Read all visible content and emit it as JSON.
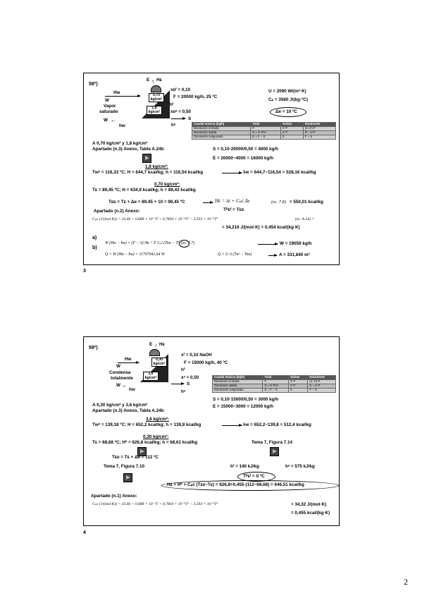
{
  "page_number": "2",
  "slide1": {
    "number": "58º)",
    "footer": "3",
    "E": "E",
    "H_E": "Hᴇ",
    "HW": "Hᴡ",
    "W_label": "W",
    "vapor": "Vapor",
    "saturado": "saturado",
    "W2": "W",
    "hW": "hᴡ",
    "box_top": "0,70 kg/cm²",
    "box_bot": "1,8 kg/cm²",
    "xF": "xᴅᶠ = 0,10",
    "F": "F = 20000 kg/h, 25 ºC",
    "hF": "hᶠ",
    "xS": "xᴅˢ = 0,50",
    "S": "S",
    "hS": "hˢ",
    "U": "U = 2090 W/(m²·K)",
    "Cp": "Cₚ = 3560 J/(kg·ºC)",
    "dT": "Δe = 10 ºC",
    "table_header": [
      "Caudal másico (kg/h)",
      "Total",
      "Soluto",
      "Disolvente"
    ],
    "table_rows": [
      [
        "Disolución entrada",
        "F",
        "xᶠ·F",
        "(1−xᶠ)·F"
      ],
      [
        "Disolución salida",
        "S = xᶠ·F/xˢ",
        "xᶠ·F",
        "S − xᶠ·F"
      ],
      [
        "Disolvente evaporado",
        "E = F − S",
        "0",
        "F − S"
      ]
    ],
    "pressure_line": "A 0,70 kg/cm² y 1,8 kg/cm²",
    "apartado_a": "Apartado (n.3) Anexo, Tabla A.24b",
    "S_calc": "S = 0,10·20000/0,50 = 4000 kg/h",
    "E_calc": "E = 20000−4000 = 16000 kg/h",
    "p1_head": "1,8 kg/cm²:",
    "p1_line": "Tᴡˢ = 116,33 ºC; H = 644,7 kcal/kg; h = 116,54 kcal/kg",
    "lambda1": "λᴡ = 644,7−116,54 = 528,16 kcal/kg",
    "p2_head": "0,70 kg/cm²:",
    "p2_line": "Tᴇ = 89,45 ºC; H = 634,9 kcal/kg; h = 89,43 kcal/kg",
    "teb_line": "Tᴇᴅ = Tᴇ + Δe = 89,45 + 10 = 99,45 ºC",
    "HE_formula": "Hᴇ = λᴇ + Cₚᴄ Δe",
    "eq78": "(ec. 7.8)",
    "HE_val": "= 550,01 kcal/kg",
    "Tref": "Tᴿᴇᶠ = Tᴇᴅ",
    "apartado_b": "Apartado (n.2) Anexo:",
    "cp_formula": "Cₚᴄ (J/(mol·K)) = 33,46 + 0,688 × 10⁻²T + 0,7604 × 10⁻⁵T² − 3,593 × 10⁻⁹T³",
    "eqA24": "(ec. A.24) =",
    "cp_val": "= 34,216 J/(mol·K) = 0,454 kcal/(kg·K)",
    "a": "a)",
    "a_eq": "W (Hᴡ − hᴡ) = (F − S) Hᴇ + F Cₚᶠ (Tᴇᴅ − Tᶠ)   (ec. 7.7)",
    "a_res": "W = 19059 kg/h",
    "b": "b)",
    "b_eq": "Q = W (Hᴡ − hᴡ) = 11707041,64 W",
    "b_eq2": "Q = U A (Tᴡˢ − Tᴇᴅ)",
    "b_res": "A = 331,840 m²"
  },
  "slide2": {
    "number": "59º)",
    "footer": "4",
    "E": "E",
    "H_E": "Hᴇ",
    "HW": "Hᴡ",
    "W_label": "W",
    "condensa": "Condensa",
    "totalmente": "totalmente",
    "W2": "W",
    "hW": "hᴡ",
    "box_top": "0,30 kg/cm²",
    "box_bot": "3,6 kg/cm²",
    "xF": "xᶠ = 0,10 NaOH",
    "F": "F = 15000 kg/h, 40 ºC",
    "hF": "hᶠ",
    "xS": "xˢ = 0,50",
    "S": "S",
    "hS": "hˢ",
    "table_header": [
      "Caudal másico (kg/h)",
      "Total",
      "Soluto",
      "Disolvente"
    ],
    "table_rows": [
      [
        "Disolución entrada",
        "F",
        "xᶠ·F",
        "(1−xᶠ)·F"
      ],
      [
        "Disolución salida",
        "S = xᶠ·F/xˢ",
        "xᶠ·F",
        "S − xᶠ·F"
      ],
      [
        "Disolvente evaporado",
        "E = F − S",
        "0",
        "F − S"
      ]
    ],
    "pressure_line": "A 0,30 kg/cm² y 3,6 kg/cm²",
    "apartado_a": "Apartado (n.3) Anexo, Tabla A.24b",
    "S_calc": "S = 0,10·15000/0,50 = 3000 kg/h",
    "E_calc": "E = 15000−3000 = 12000 kg/h",
    "p1_head": "3,6 kg/cm²:",
    "p1_line": "Tᴡˢ = 139,18 ºC; H = 652,2 kcal/kg; h = 139,8 kcal/kg",
    "lambda1": "λᴡ = 652,2−139,8 = 512,4 kcal/kg",
    "p2_head": "0,30 kg/cm²:",
    "p2_line": "Tᴇ = 68,68 ºC; H* = 626,8 kcal/kg; h = 68,61 kcal/kg",
    "tema_a": "Tema 7, Figura 7.14",
    "teb_line": "Tᴇᴅ = Tᴇ + Δe = 112 ºC",
    "tema_b": "Tema 7, Figura 7.10",
    "hF_val": "hᶠ = 140 kJ/kg",
    "hS_val": "hˢ = 575 kJ/kg",
    "Tref": "Tᴿᴇᶠ = 0 ºC",
    "HE_line": "Hᴇ = H* + Cₚᴄ (Tᴇᴅ−Tᴇ) = 626,8+0,455·(112−68,68) = 646,51 kcal/kg",
    "apartado_b": "Apartado (n.1) Anexo:",
    "cp_formula": "Cₚᴄ (J/(mol·K)) = 33,46 + 0,688 × 10⁻²T + 0,7604 × 10⁻⁵T² − 3,593 × 10⁻⁹T³",
    "cp_val": "= 34,32 J/(mol·K)",
    "cp_val2": "= 0,455 kcal/(kg·K)"
  }
}
